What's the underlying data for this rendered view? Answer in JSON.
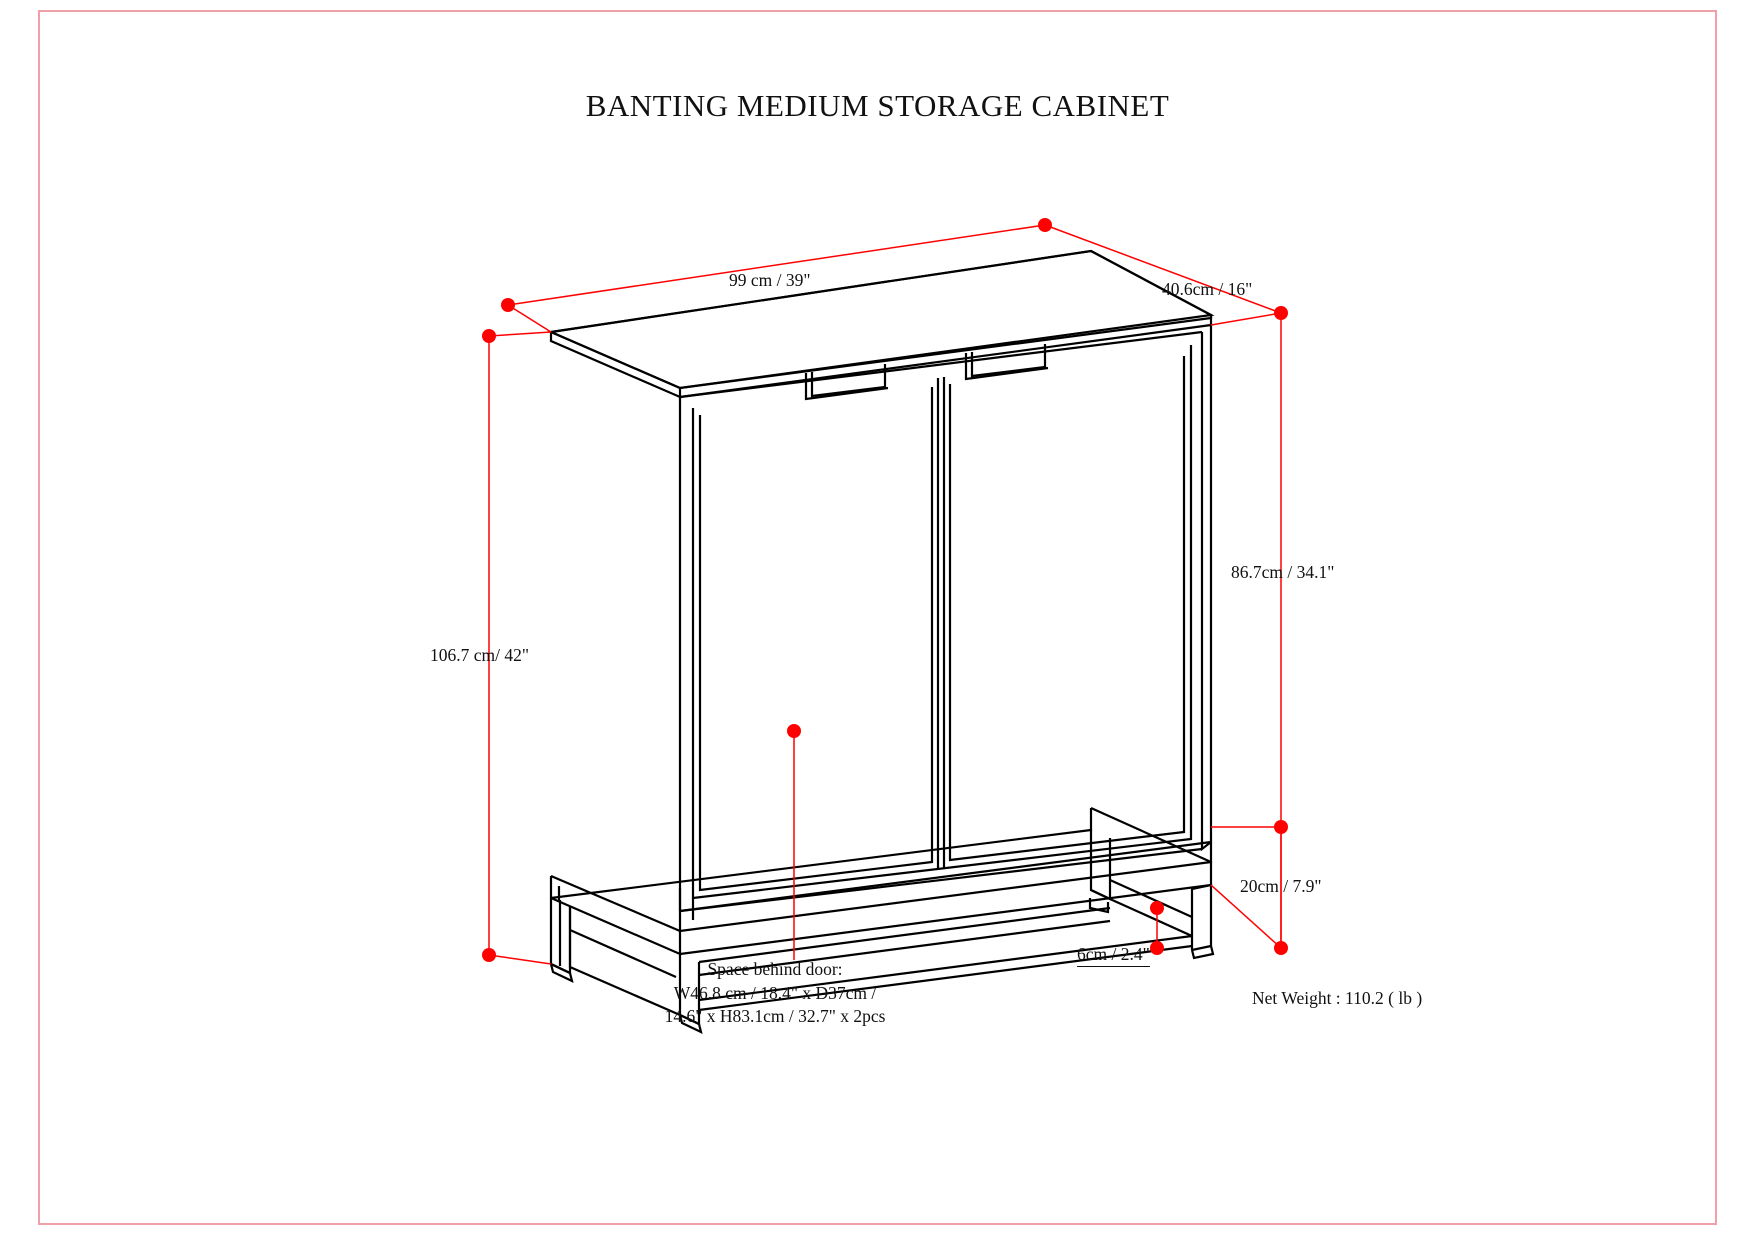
{
  "page": {
    "title": "BANTING MEDIUM STORAGE CABINET",
    "border_color": "#f0a0a8",
    "dimension_line_color": "#ff0000",
    "drawing_line_color": "#000000"
  },
  "dimensions": {
    "width_top": "99 cm / 39\"",
    "depth_top": "40.6cm / 16\"",
    "cabinet_body_height": "86.7cm / 34.1\"",
    "total_height": "106.7 cm/ 42\"",
    "base_height": "20cm / 7.9\"",
    "leg_detail": "6cm / 2.4\""
  },
  "notes": {
    "space_behind_door_line1": "Space behind door:",
    "space_behind_door_line2": "W46.8 cm / 18.4\" x D37cm /",
    "space_behind_door_line3": "14.6\" x H83.1cm / 32.7\" x 2pcs",
    "net_weight": "Net Weight : 110.2 ( lb )"
  }
}
